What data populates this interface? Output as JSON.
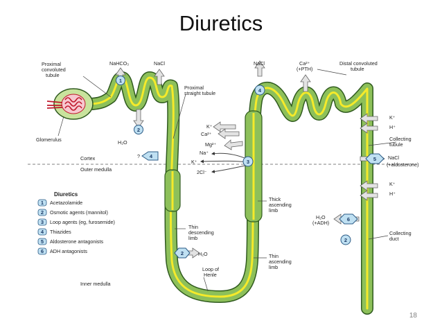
{
  "slide": {
    "title": "Diuretics",
    "page_number": "18"
  },
  "labels": {
    "proximal_conv_1": "Proximal",
    "proximal_conv_2": "convoluted",
    "proximal_conv_3": "tubule",
    "glomerulus": "Glomerulus",
    "nahco3": "NaHCO₃",
    "nacl_top_left": "NaCl",
    "h2o_left": "H₂O",
    "proximal_straight_1": "Proximal",
    "proximal_straight_2": "straight tubule",
    "cortex": "Cortex",
    "outer_medulla": "Outer medulla",
    "inner_medulla": "Inner medulla",
    "question": "?",
    "nacl_top_mid": "NaCl",
    "ca_pth_1": "Ca²⁺",
    "ca_pth_2": "(+PTH)",
    "distal_1": "Distal convoluted",
    "distal_2": "tubule",
    "k_ion": "K⁺",
    "ca_ion": "Ca²⁺",
    "mg_ion": "Mg²⁺",
    "na_ion": "Na⁺",
    "k_ion_2": "K⁺",
    "cl_ion": "2Cl⁻",
    "thick_1": "Thick",
    "thick_2": "ascending",
    "thick_3": "limb",
    "thin_desc_1": "Thin",
    "thin_desc_2": "descending",
    "thin_desc_3": "limb",
    "h2o_bottom": "H₂O",
    "loop_1": "Loop of",
    "loop_2": "Henle",
    "thin_asc_1": "Thin",
    "thin_asc_2": "ascending",
    "thin_asc_3": "limb",
    "k_right_1": "K⁺",
    "h_right_1": "H⁺",
    "collecting_tubule_1": "Collecting",
    "collecting_tubule_2": "tubule",
    "nacl_right": "NaCl",
    "aldosterone": "(+aldosterone)",
    "k_right_2": "K⁺",
    "h_right_2": "H⁺",
    "h2o_adh_1": "H₂O",
    "h2o_adh_2": "(+ADH)",
    "collecting_duct_1": "Collecting",
    "collecting_duct_2": "duct"
  },
  "badges": [
    "1",
    "2",
    "3",
    "4",
    "5",
    "6"
  ],
  "legend": {
    "title": "Diuretics",
    "items": [
      {
        "num": "1",
        "text": "Acetazolamide"
      },
      {
        "num": "2",
        "text": "Osmotic agents (mannitol)"
      },
      {
        "num": "3",
        "text": "Loop agents (eg, furosemide)"
      },
      {
        "num": "4",
        "text": "Thiazides"
      },
      {
        "num": "5",
        "text": "Aldosterone antagonists"
      },
      {
        "num": "6",
        "text": "ADH antagonists"
      }
    ]
  },
  "colors": {
    "tubule": "#8dc05a",
    "tubule_edge": "#2f5a1f",
    "lumen": "#f5ea2a",
    "badge_fill": "#bfe0f2",
    "badge_edge": "#2a5a85",
    "arrow_fill": "#e3e3e3",
    "arrow_edge": "#666666",
    "glomerulus": "#c0182b"
  }
}
